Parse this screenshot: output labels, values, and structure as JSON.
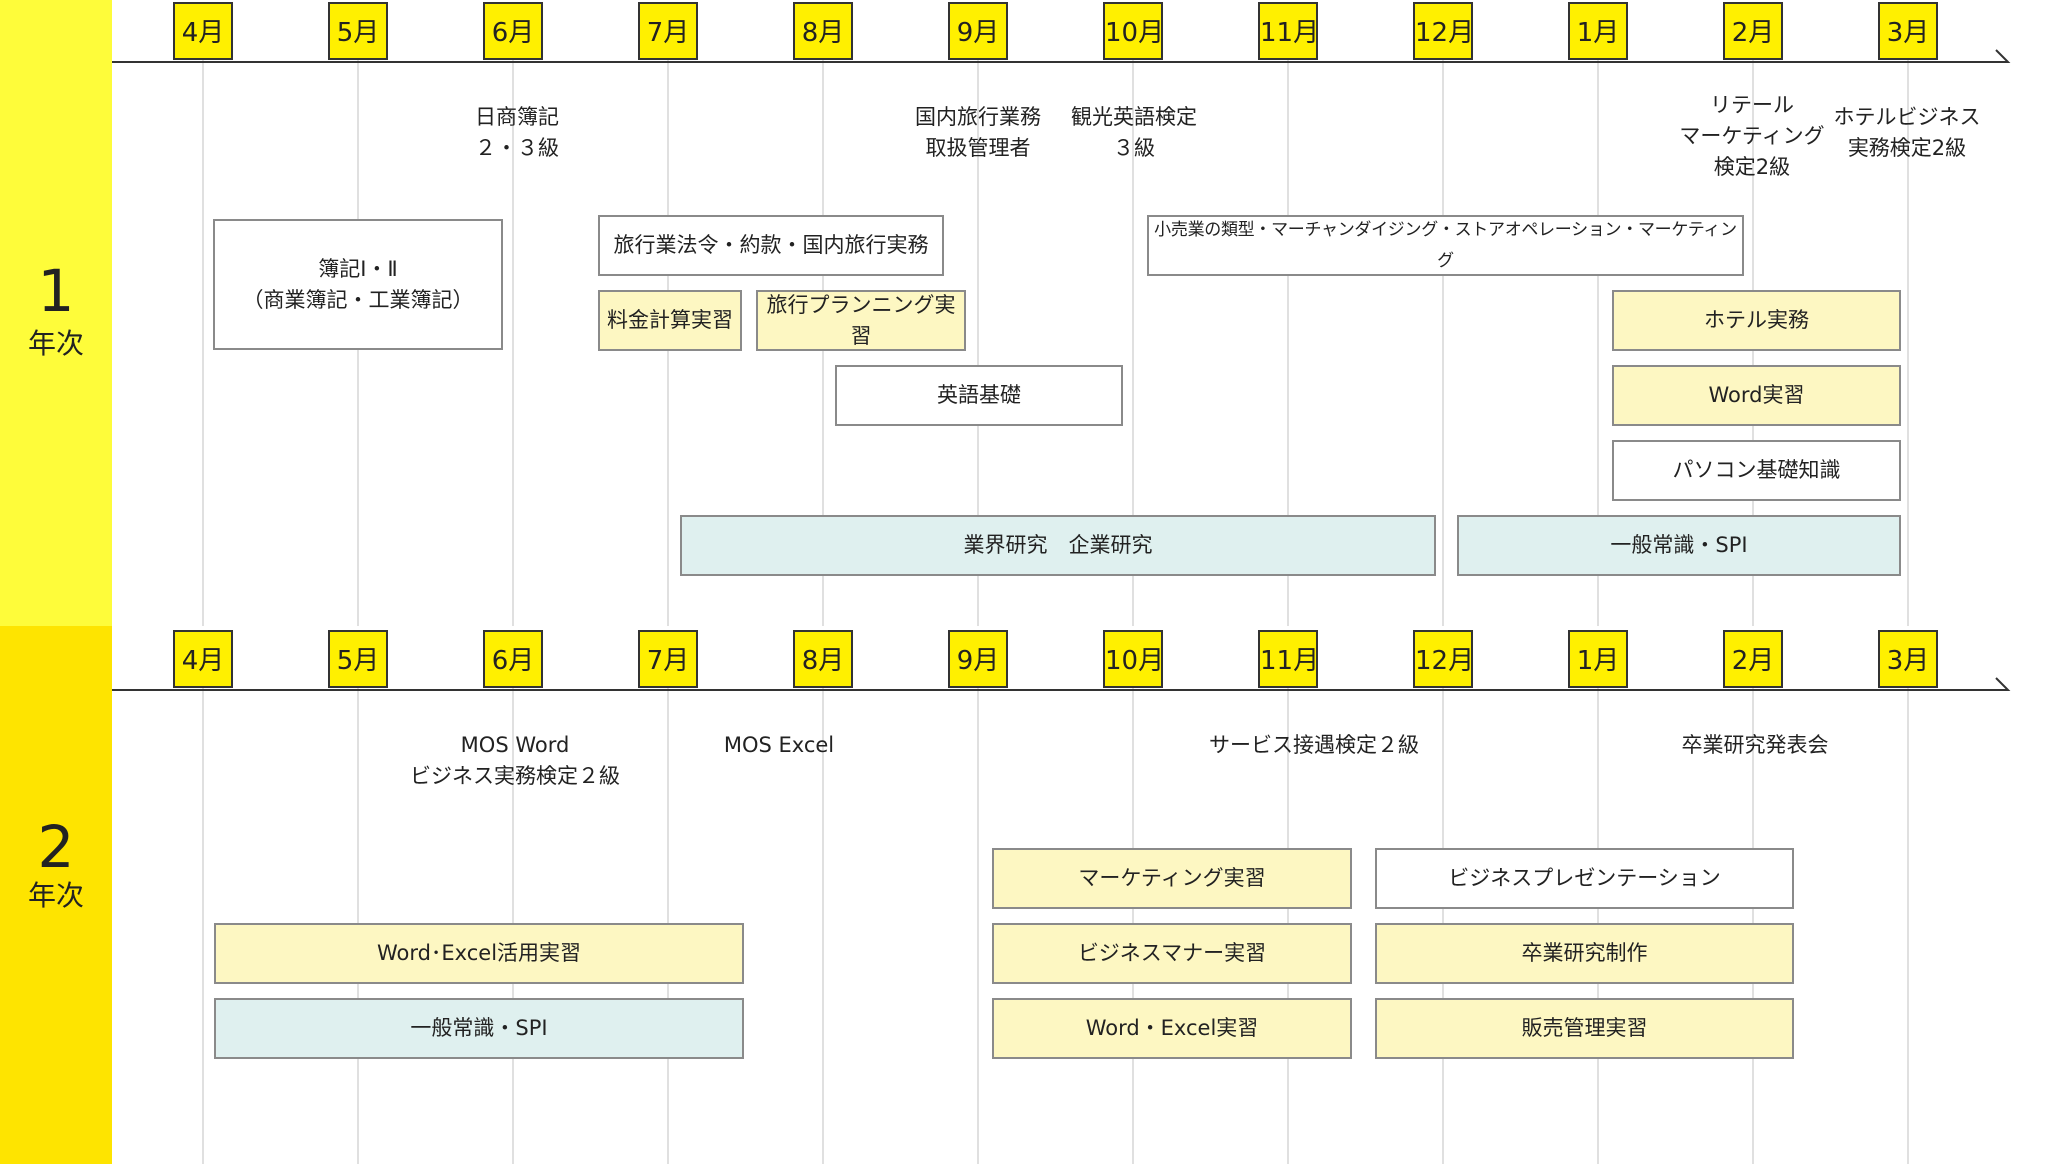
{
  "colors": {
    "band_year1": "#fefc3a",
    "band_year2": "#fee400",
    "month_badge": "#fff000",
    "box_white": "#ffffff",
    "box_yellow": "#fdf7c2",
    "box_blue": "#dff0ef"
  },
  "months": [
    "4月",
    "5月",
    "6月",
    "7月",
    "8月",
    "9月",
    "10月",
    "11月",
    "12月",
    "1月",
    "2月",
    "3月"
  ],
  "year1": {
    "num": "1",
    "suffix": "年次",
    "certifications": {
      "boki": "日商簿記\n２・３級",
      "travel_manager": "国内旅行業務\n取扱管理者",
      "english": "観光英語検定\n３級",
      "retail": "リテール\nマーケティング\n検定2級",
      "hotel": "ホテルビジネス\n実務検定2級"
    },
    "courses": {
      "boki": "簿記Ⅰ・Ⅱ\n（商業簿記・工業簿記）",
      "travel_law": "旅行業法令・約款・国内旅行実務",
      "fare": "料金計算実習",
      "travel_planning": "旅行プランニング実習",
      "english_basics": "英語基礎",
      "retail_course": "小売業の類型・マーチャンダイジング・ストアオペレーション・マーケティング",
      "hotel_practice": "ホテル実務",
      "word_practice": "Word実習",
      "pc_basics": "パソコン基礎知識",
      "industry_research": "業界研究　企業研究",
      "general_spi": "一般常識・SPI"
    }
  },
  "year2": {
    "num": "2",
    "suffix": "年次",
    "certifications": {
      "mos_word": "MOS Word\nビジネス実務検定２級",
      "mos_excel": "MOS Excel",
      "service": "サービス接遇検定２級",
      "graduation_presentation": "卒業研究発表会"
    },
    "courses": {
      "word_excel_applied": "Word･Excel活用実習",
      "general_spi": "一般常識・SPI",
      "marketing_practice": "マーケティング実習",
      "business_manner": "ビジネスマナー実習",
      "word_excel": "Word・Excel実習",
      "business_presentation": "ビジネスプレゼンテーション",
      "graduation_research": "卒業研究制作",
      "sales_management": "販売管理実習"
    }
  }
}
